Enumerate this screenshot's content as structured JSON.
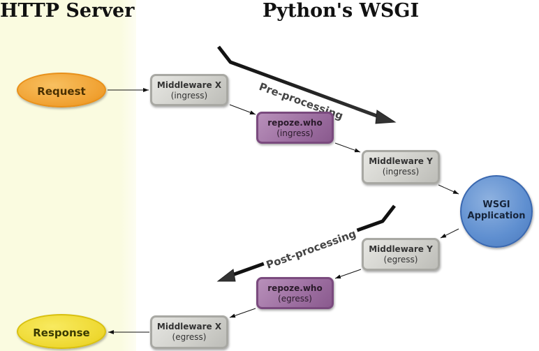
{
  "headings": {
    "left": "HTTP Server",
    "right": "Python's WSGI"
  },
  "endpoints": {
    "request": "Request",
    "response": "Response",
    "application_line1": "WSGI",
    "application_line2": "Application"
  },
  "ingress": [
    {
      "name": "Middleware X",
      "phase": "(ingress)"
    },
    {
      "name": "repoze.who",
      "phase": "(ingress)"
    },
    {
      "name": "Middleware Y",
      "phase": "(ingress)"
    }
  ],
  "egress": [
    {
      "name": "Middleware Y",
      "phase": "(egress)"
    },
    {
      "name": "repoze.who",
      "phase": "(egress)"
    },
    {
      "name": "Middleware X",
      "phase": "(egress)"
    }
  ],
  "phases": {
    "pre": "Pre-processing",
    "post": "Post-processing"
  },
  "colors": {
    "server_bg": "#fafbe0",
    "request": "#f0a030",
    "response": "#eed830",
    "middleware": "#cfcfca",
    "repoze": "#9c6ea0",
    "application": "#5f8fd0"
  }
}
